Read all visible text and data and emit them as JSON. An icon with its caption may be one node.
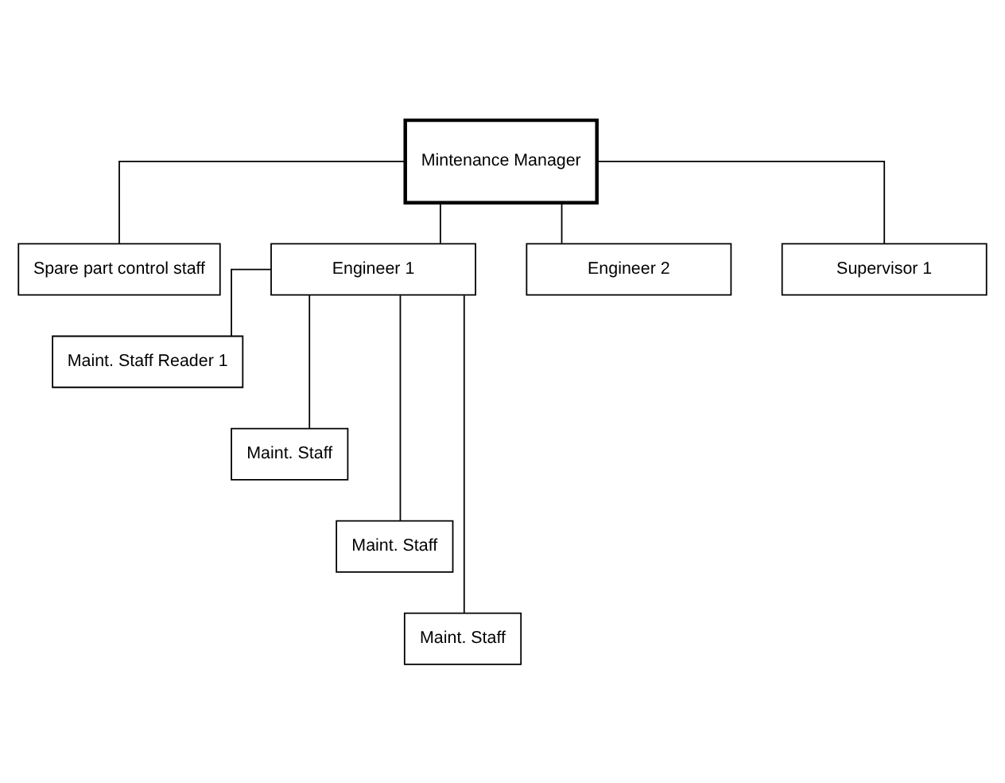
{
  "diagram": {
    "nodes": [
      {
        "text": [
          "Mintenance Manager"
        ]
      },
      {
        "text": [
          "Spare part control staff"
        ]
      },
      {
        "text": [
          "Engineer 1"
        ]
      },
      {
        "text": [
          "Engineer 2"
        ]
      },
      {
        "text": [
          "Supervisor 1"
        ]
      },
      {
        "text": [
          "Maint. Staff Reader 1"
        ]
      },
      {
        "text": [
          "Maint. Staff"
        ]
      },
      {
        "text": [
          "Maint. Staff"
        ]
      },
      {
        "text": [
          "Maint. Staff"
        ]
      }
    ],
    "edges": [
      {
        "from": 0,
        "to": 1,
        "arrow": "none"
      },
      {
        "from": 0,
        "to": 2,
        "arrow": "none"
      },
      {
        "from": 0,
        "to": 3,
        "arrow": "none"
      },
      {
        "from": 0,
        "to": 4,
        "arrow": "none"
      },
      {
        "from": 2,
        "to": 5,
        "arrow": "none"
      },
      {
        "from": 2,
        "to": 6,
        "arrow": "none"
      },
      {
        "from": 2,
        "to": 7,
        "arrow": "none"
      },
      {
        "from": 2,
        "to": 8,
        "arrow": "none"
      }
    ]
  }
}
